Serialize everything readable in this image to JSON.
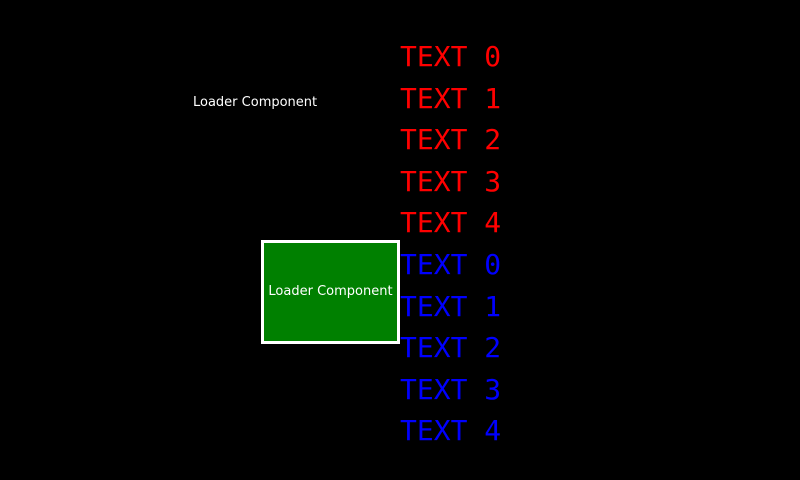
{
  "loader": {
    "top_label": "Loader Component",
    "box_label": "Loader Component",
    "box_color": "#008000",
    "box_border_color": "#ffffff"
  },
  "red_list": {
    "color": "#ff0000",
    "items": [
      "TEXT 0",
      "TEXT 1",
      "TEXT 2",
      "TEXT 3",
      "TEXT 4"
    ]
  },
  "blue_list": {
    "color": "#0000ff",
    "items": [
      "TEXT 0",
      "TEXT 1",
      "TEXT 2",
      "TEXT 3",
      "TEXT 4"
    ]
  }
}
